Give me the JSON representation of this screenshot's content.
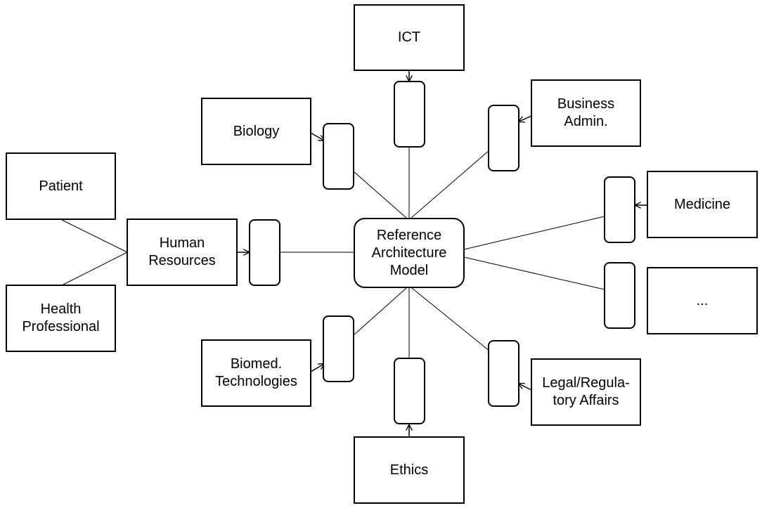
{
  "center": "Reference\nArchitecture\nModel",
  "domains": {
    "ict": "ICT",
    "biology": "Biology",
    "business": "Business\nAdmin.",
    "medicine": "Medicine",
    "more": "...",
    "legal": "Legal/Regula-\ntory Affairs",
    "ethics": "Ethics",
    "biomed": "Biomed.\nTechnologies",
    "human_resources": "Human\nResources",
    "patient": "Patient",
    "health_professional": "Health\nProfessional"
  }
}
